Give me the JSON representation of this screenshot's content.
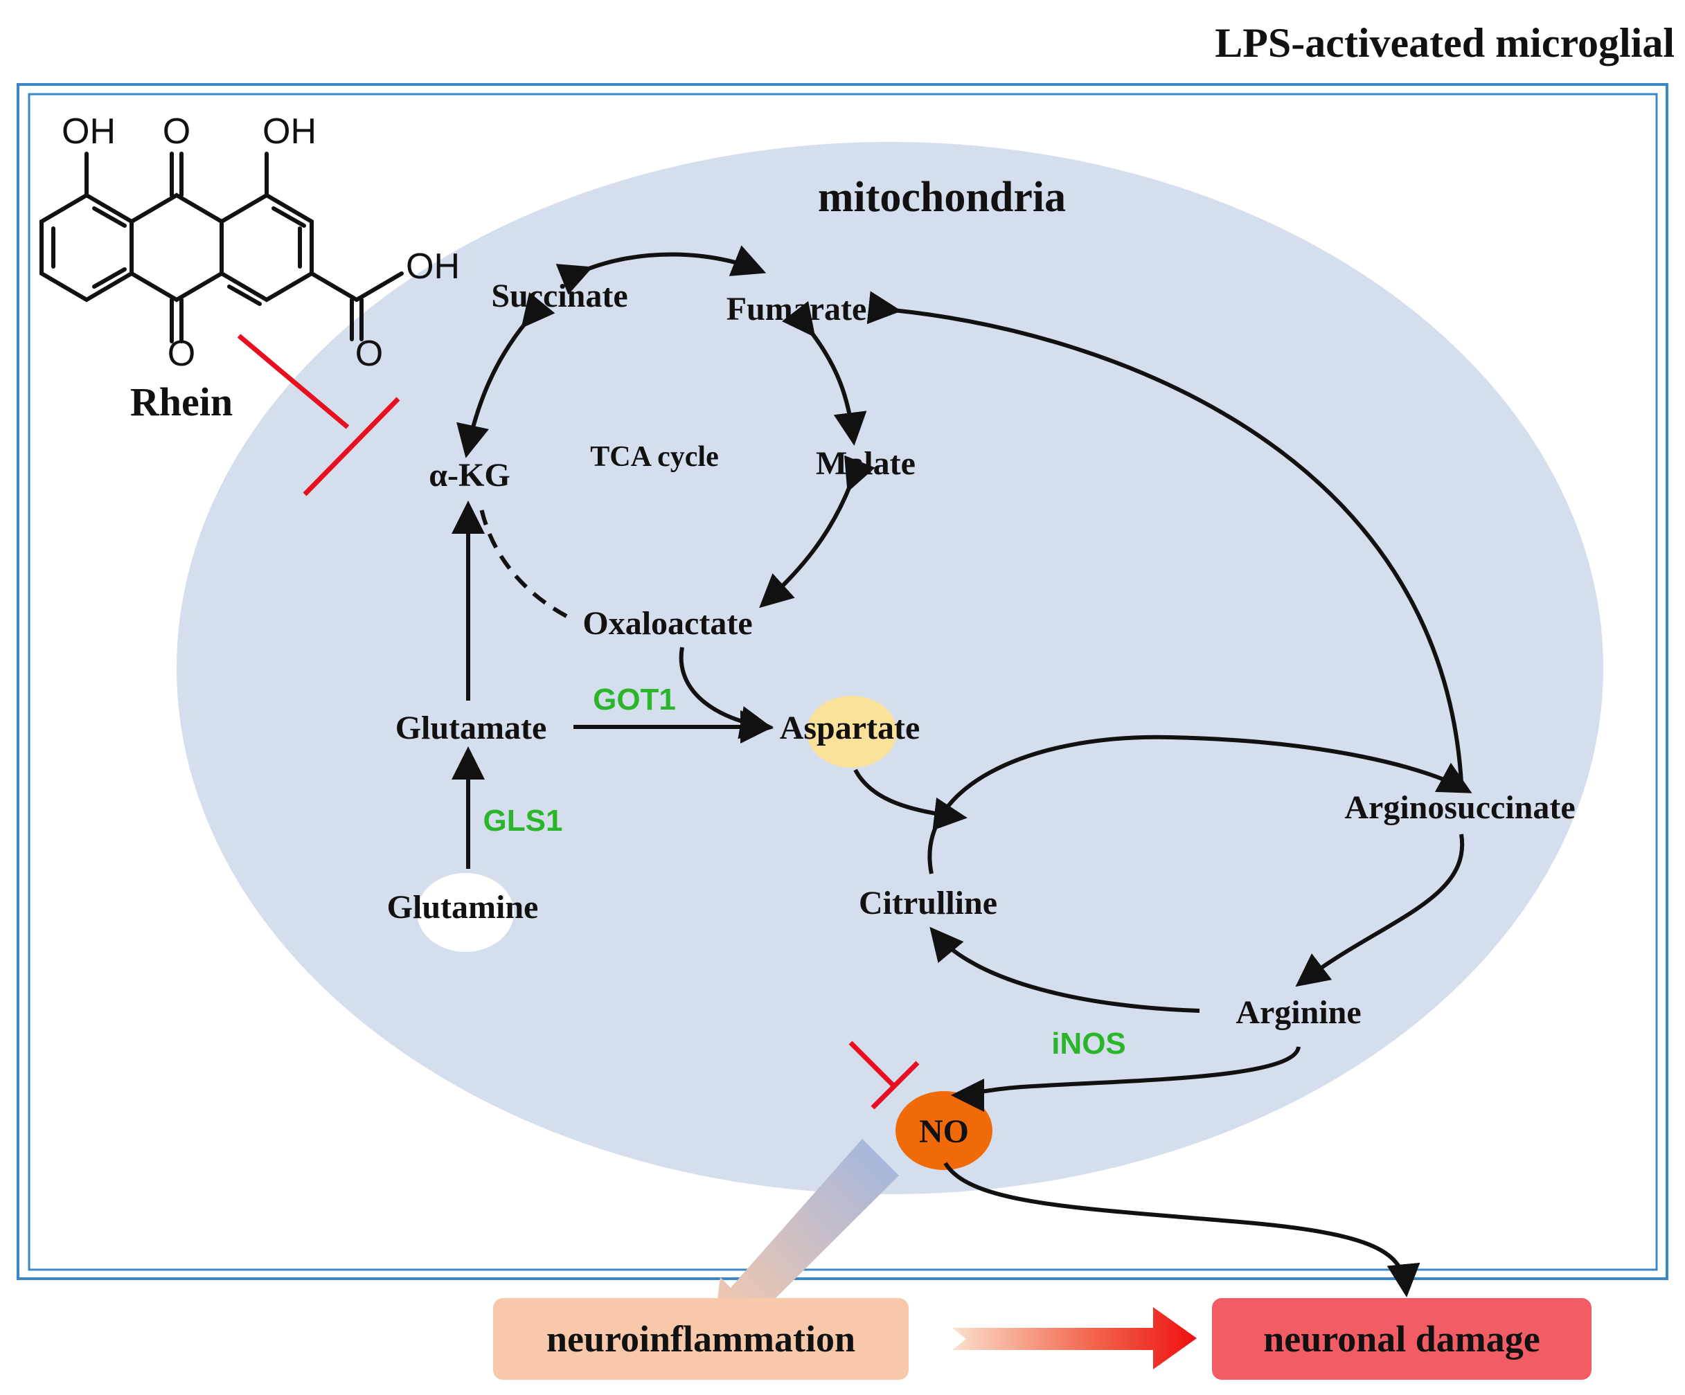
{
  "title": "LPS-activeated microglial",
  "compartment_label": "mitochondria",
  "cycle_label": "TCA cycle",
  "drug": {
    "name": "Rhein",
    "atoms": {
      "oh1": "OH",
      "o_top": "O",
      "oh2": "OH",
      "cooh_oh": "OH",
      "o_bottom": "O",
      "cooh_o": "O"
    }
  },
  "metabolites": {
    "succinate": "Succinate",
    "fumarate": "Fumarate",
    "malate": "Malate",
    "akg": "α-KG",
    "oxaloacetate": "Oxaloactate",
    "glutamate": "Glutamate",
    "glutamine": "Glutamine",
    "aspartate": "Aspartate",
    "argininosuccinate": "Arginosuccinate",
    "citrulline": "Citrulline",
    "arginine": "Arginine",
    "no": "NO"
  },
  "enzymes": {
    "got1": "GOT1",
    "gls1": "GLS1",
    "inos": "iNOS"
  },
  "outcomes": {
    "neuroinflammation": "neuroinflammation",
    "neuronal_damage": "neuronal damage"
  },
  "colors": {
    "mitochondria_fill": "#d5deed",
    "cell_border": "#3a86c8",
    "enzyme_text": "#2bb52b",
    "inhibition": "#e8101f",
    "aspartate_highlight": "#fbe29a",
    "no_fill": "#f06a0a",
    "neuroinflammation_box": "#f7c9aa",
    "neuronal_damage_box": "#f25c64"
  }
}
